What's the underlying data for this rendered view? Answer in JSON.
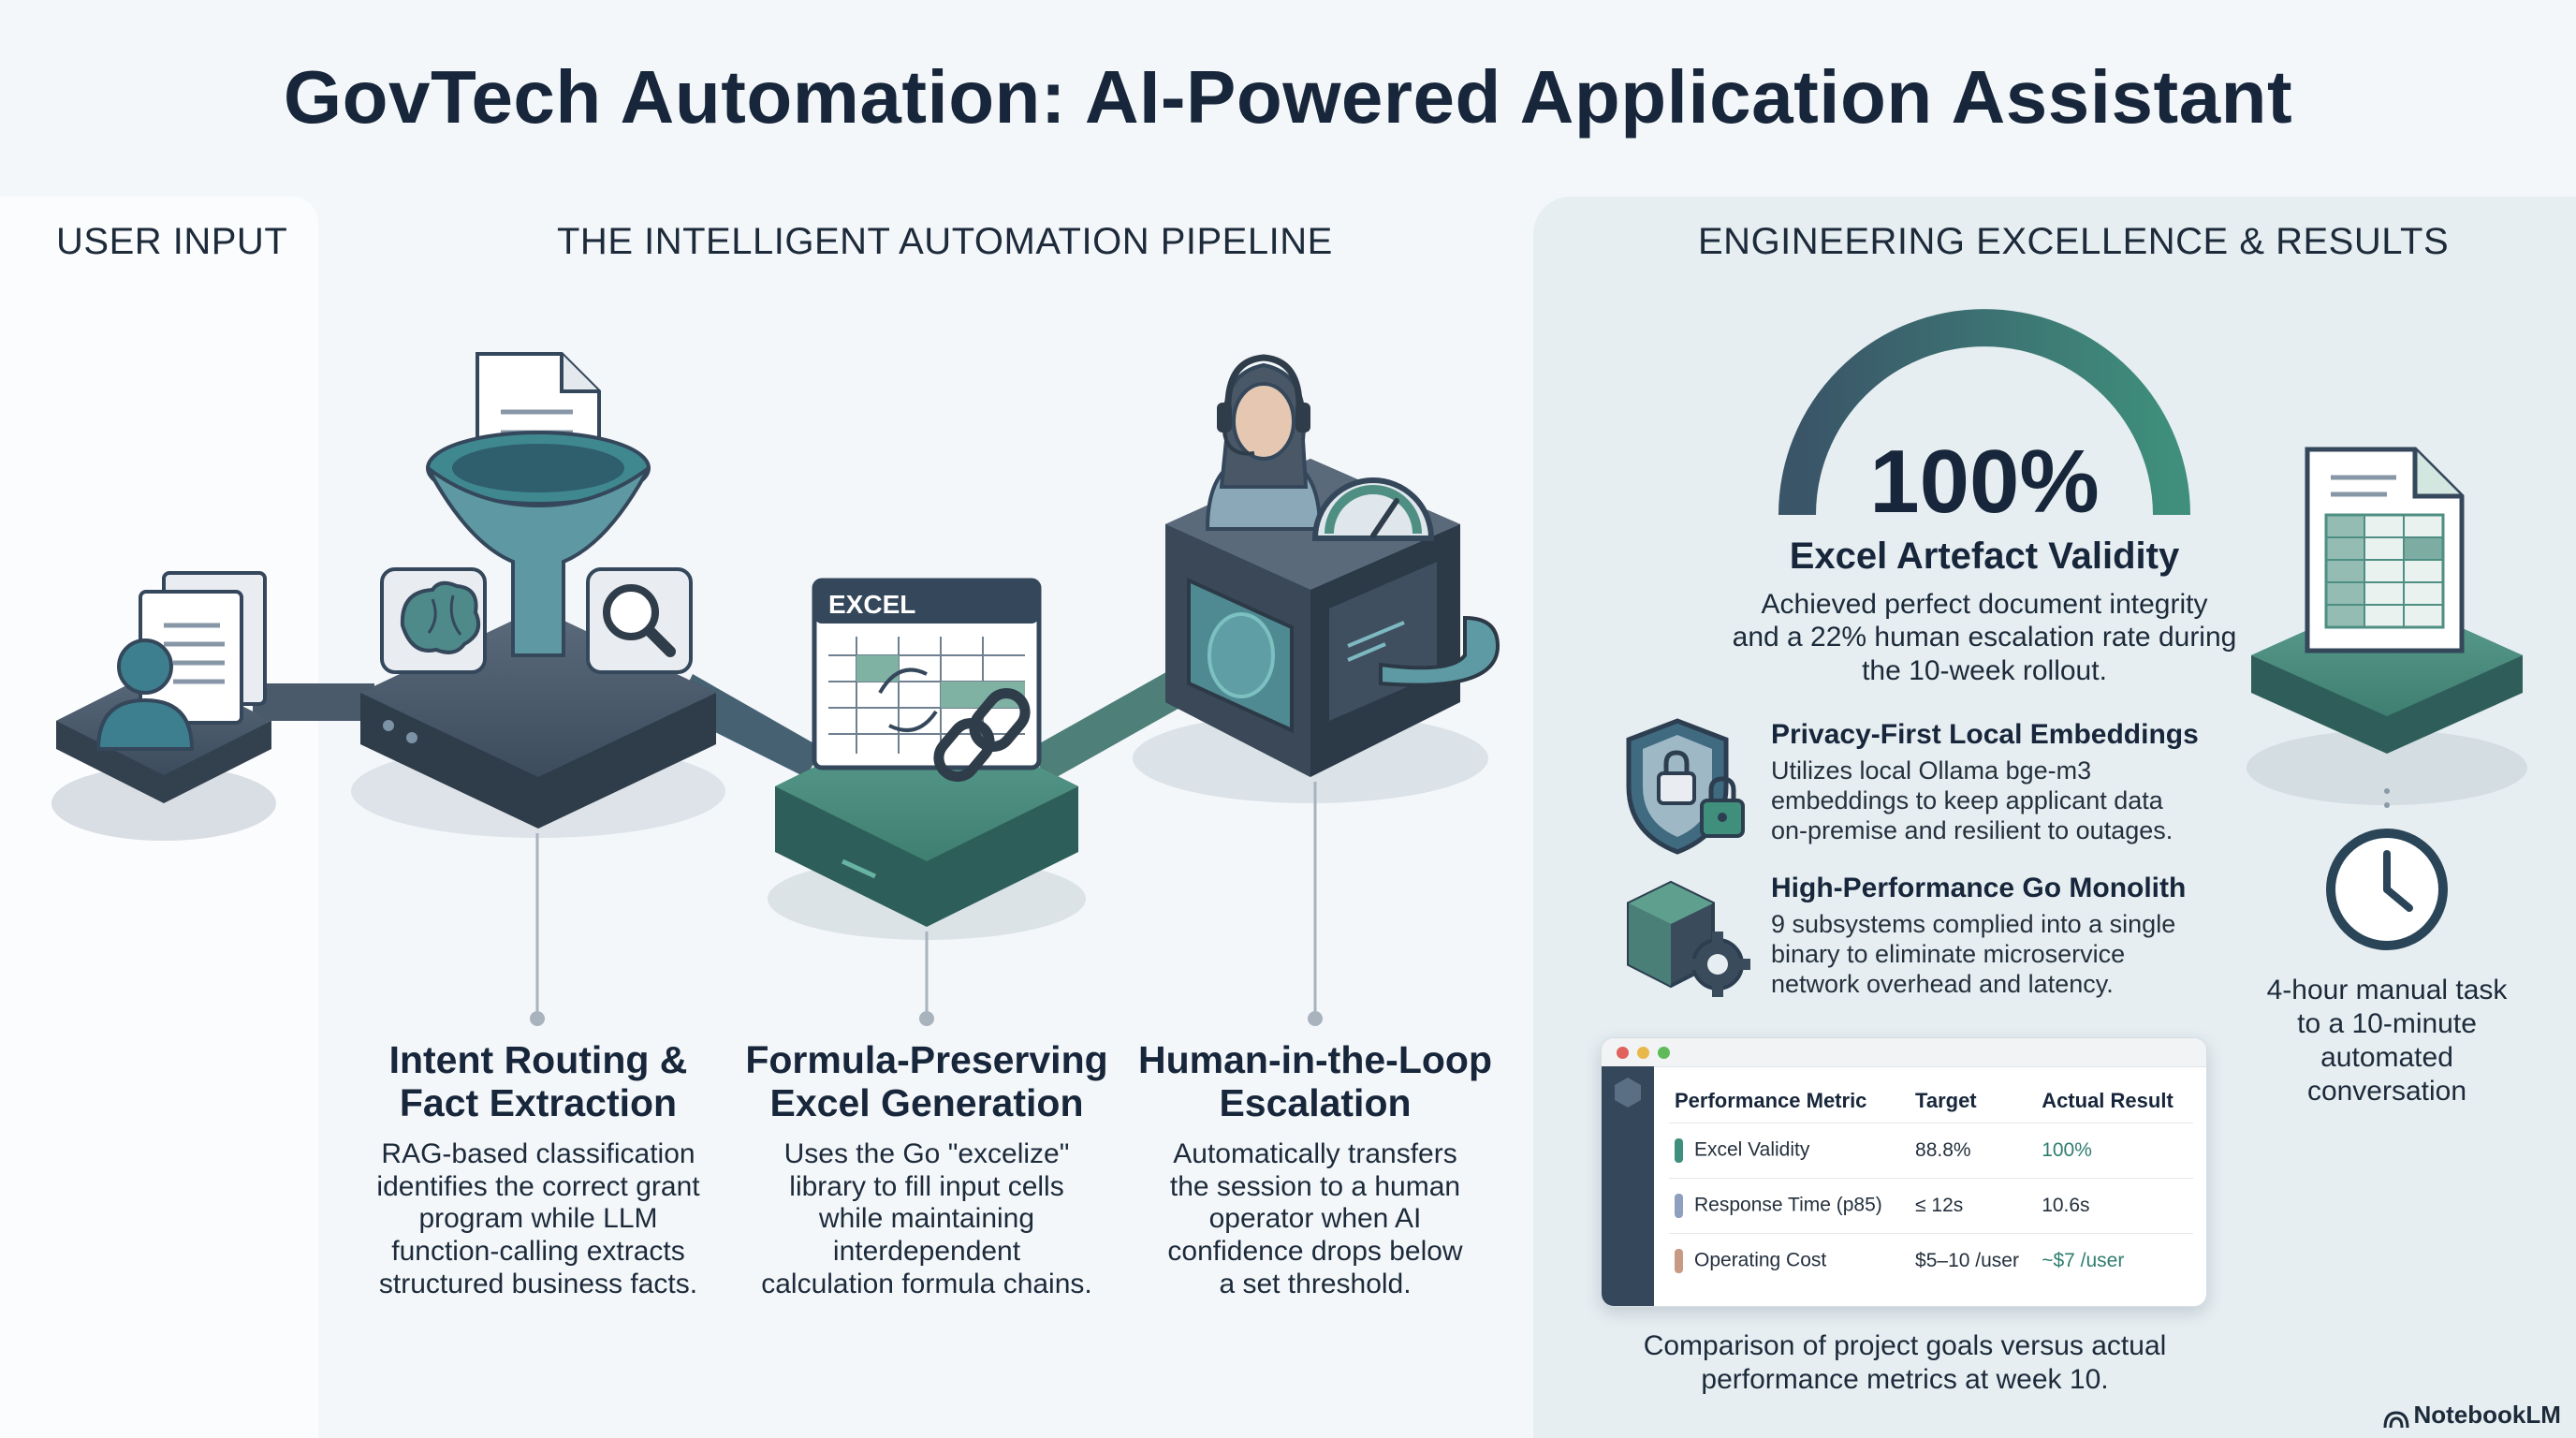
{
  "title": "GovTech Automation: AI-Powered Application Assistant",
  "sections": {
    "user_input": "USER INPUT",
    "pipeline": "THE INTELLIGENT AUTOMATION PIPELINE",
    "results": "ENGINEERING EXCELLENCE & RESULTS"
  },
  "stages": [
    {
      "title_line1": "Intent Routing &",
      "title_line2": "Fact Extraction",
      "desc": [
        "RAG-based classification",
        "identifies the correct grant",
        "program while LLM",
        "function-calling extracts",
        "structured business facts."
      ]
    },
    {
      "title_line1": "Formula-Preserving",
      "title_line2": "Excel Generation",
      "desc": [
        "Uses the Go \"excelize\"",
        "library to fill input cells",
        "while maintaining",
        "interdependent",
        "calculation formula chains."
      ]
    },
    {
      "title_line1": "Human-in-the-Loop",
      "title_line2": "Escalation",
      "desc": [
        "Automatically transfers",
        "the session to a human",
        "operator when AI",
        "confidence drops below",
        "a set threshold."
      ]
    }
  ],
  "excel_label": "EXCEL",
  "gauge": {
    "value": "100%",
    "fraction": 1.0,
    "title": "Excel Artefact Validity",
    "desc": [
      "Achieved perfect document integrity",
      "and a 22% human escalation rate during",
      "the 10-week rollout."
    ]
  },
  "features": [
    {
      "title": "Privacy-First Local Embeddings",
      "desc": [
        "Utilizes local Ollama bge-m3",
        "embeddings to keep applicant data",
        "on-premise and resilient to outages."
      ]
    },
    {
      "title": "High-Performance Go Monolith",
      "desc": [
        "9 subsystems complied into a single",
        "binary to eliminate microservice",
        "network overhead and latency."
      ]
    }
  ],
  "table": {
    "headers": [
      "Performance Metric",
      "Target",
      "Actual Result"
    ],
    "rows": [
      {
        "metric": "Excel Validity",
        "target": "88.8%",
        "actual": "100%",
        "chip": "#3f8f7c"
      },
      {
        "metric": "Response Time (p85)",
        "target": "≤ 12s",
        "actual": "10.6s",
        "chip": "#8e9fbf"
      },
      {
        "metric": "Operating Cost",
        "target": "$5–10 /user",
        "actual": "~$7 /user",
        "chip": "#c79a86"
      }
    ],
    "caption": [
      "Comparison of project goals versus actual",
      "performance metrics at week 10."
    ]
  },
  "time_saving": [
    "4-hour manual task",
    "to a 10-minute",
    "automated",
    "conversation"
  ],
  "brand": "NotebookLM",
  "colors": {
    "navy": "#17263a",
    "slate": "#34475b",
    "teal": "#3d7f74",
    "teal_light": "#5aa898",
    "panel": "#e6eef1"
  },
  "icons": [
    "user-document-icon",
    "document-icon",
    "funnel-icon",
    "brain-icon",
    "magnifier-icon",
    "excel-sheet-icon",
    "link-icon",
    "operator-headset-icon",
    "speed-gauge-icon",
    "shield-lock-icon",
    "box-gear-icon",
    "spreadsheet-icon",
    "clock-icon"
  ]
}
